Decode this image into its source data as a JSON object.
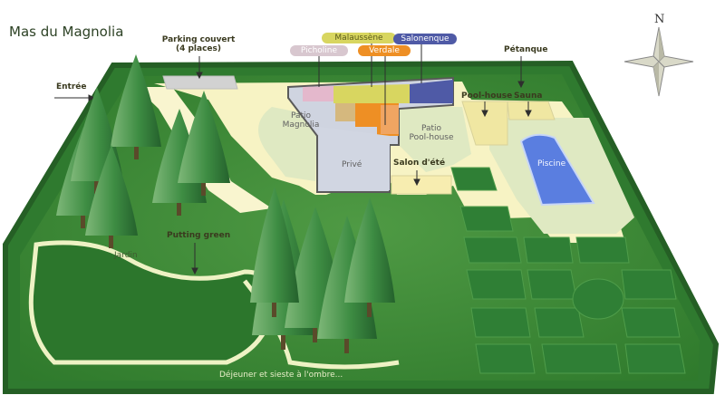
{
  "title": "Mas du Magnolia",
  "compass": {
    "north": "N",
    "icon": "compass-rose-icon"
  },
  "tags": {
    "malaussene": "Malaussène",
    "salonenque": "Salonenque",
    "picholine": "Picholine",
    "verdale": "Verdale"
  },
  "labels": {
    "parking": "Parking couvert",
    "parking_sub": "(4 places)",
    "entree": "Entrée",
    "petanque": "Pétanque",
    "pool_house": "Pool-house",
    "sauna": "Sauna",
    "patio_magnolia_1": "Patio",
    "patio_magnolia_2": "Magnolia",
    "patio_pool_1": "Patio",
    "patio_pool_2": "Pool-house",
    "prive": "Privé",
    "salon_ete": "Salon d'été",
    "piscine": "Piscine",
    "putting": "Putting green",
    "jardin": "Jardin",
    "dejeuner": "Déjeuner et sieste à l'ombre..."
  },
  "colors": {
    "malaussene": "#d8d660",
    "salonenque": "#4f5aa6",
    "picholine": "#e4b8cc",
    "verdale": "#ee8f24",
    "pool": "#5a7ee0",
    "lawn": "#3e8a36",
    "terrace": "#f7f3c4"
  }
}
